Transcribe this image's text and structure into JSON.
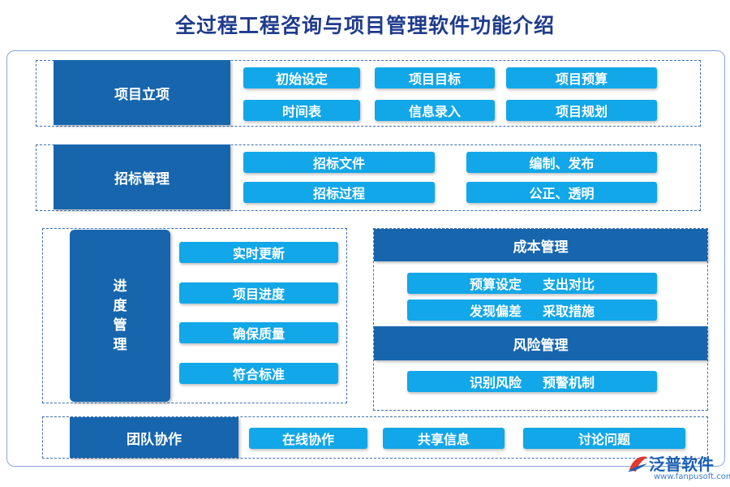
{
  "title": "全过程工程咨询与项目管理软件功能介绍",
  "colors": {
    "header": "#1766ad",
    "pill": "#12a7e8",
    "title": "#1f3b8c",
    "border": "#3f6fb8"
  },
  "project": {
    "head": "项目立项",
    "items": [
      "初始设定",
      "项目目标",
      "项目预算",
      "时间表",
      "信息录入",
      "项目规划"
    ]
  },
  "bidding": {
    "head": "招标管理",
    "items": [
      "招标文件",
      "编制、发布",
      "招标过程",
      "公正、透明"
    ]
  },
  "progress": {
    "head_chars": [
      "进",
      "度",
      "管",
      "理"
    ],
    "items": [
      "实时更新",
      "项目进度",
      "确保质量",
      "符合标准"
    ]
  },
  "cost": {
    "head": "成本管理",
    "row1": [
      "预算设定",
      "支出对比"
    ],
    "row2": [
      "发现偏差",
      "采取措施"
    ]
  },
  "risk": {
    "head": "风险管理",
    "row1": [
      "识别风险",
      "预警机制"
    ]
  },
  "team": {
    "head": "团队协作",
    "items": [
      "在线协作",
      "共享信息",
      "讨论问题"
    ]
  },
  "logo": {
    "name": "泛普软件",
    "url": "www.fanpusoft.com",
    "icon": "fanpu-logo-icon"
  }
}
